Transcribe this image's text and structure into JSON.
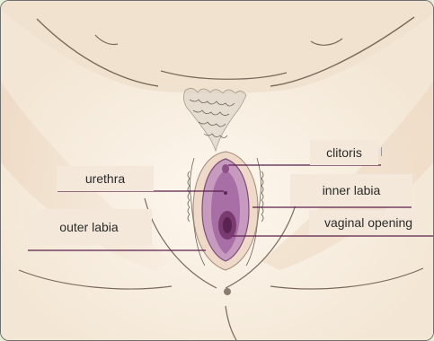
{
  "labels": {
    "clitoris": "clitoris",
    "urethra": "urethra",
    "inner_labia": "inner labia",
    "outer_labia": "outer labia",
    "vaginal_opening": "vaginal opening"
  },
  "colors": {
    "background": "#f5ece0",
    "outer_panel": "#e6efd8",
    "skin_light": "#fbf2e6",
    "skin_shadow": "#ecd9c2",
    "labia_outer": "#c79bc0",
    "labia_inner": "#a86ea6",
    "opening": "#7a3b70",
    "leader_line": "#5a1f4a"
  }
}
